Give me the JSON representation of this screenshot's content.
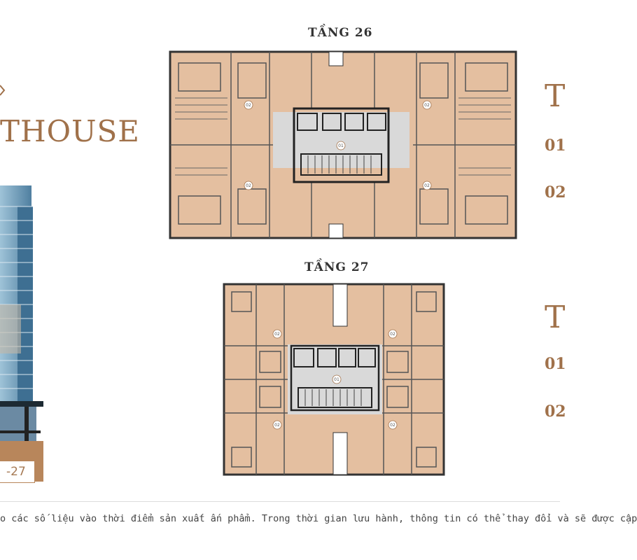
{
  "left": {
    "title": "THOUSE",
    "floor_range": "-27"
  },
  "floor_26": {
    "title": "TẦNG 26",
    "unit_labels": [
      "02",
      "02",
      "01",
      "02",
      "02"
    ]
  },
  "floor_27": {
    "title": "TẦNG 27",
    "unit_labels": [
      "02",
      "02",
      "01",
      "02",
      "02"
    ]
  },
  "right_edge": {
    "block_1": {
      "letter": "T",
      "codes": [
        "01",
        "02"
      ]
    },
    "block_2": {
      "letter": "T",
      "codes": [
        "01",
        "02"
      ]
    }
  },
  "disclaimer": "o các số liệu vào thời điểm sản xuất ấn phẩm. Trong thời gian lưu hành, thông tin có thể thay đổi và sẽ được cập",
  "colors": {
    "accent": "#a0714a",
    "plan_fill": "#e4bfa0",
    "core_fill": "#d9d9d9"
  }
}
